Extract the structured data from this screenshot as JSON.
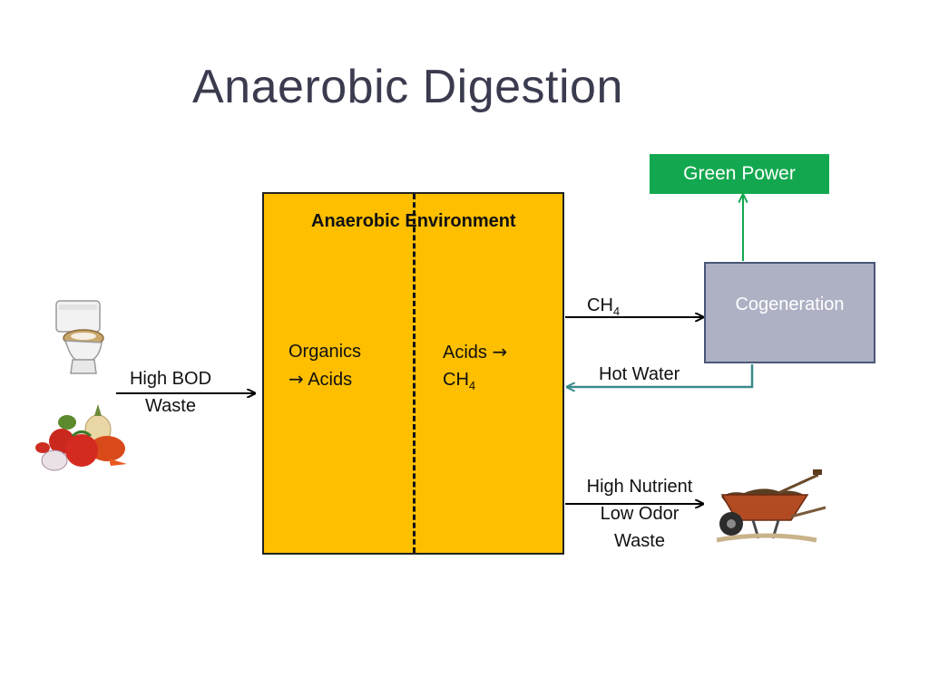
{
  "title": "Anaerobic Digestion",
  "reactor": {
    "environment_label": "Anaerobic Environment",
    "stage1": {
      "line1": "Organics",
      "arrow": "→",
      "line2": "Acids"
    },
    "stage2": {
      "line1": "Acids",
      "arrow": "→",
      "line2": "CH",
      "line2_sub": "4"
    }
  },
  "input": {
    "line1": "High BOD",
    "line2": "Waste"
  },
  "methane_output": {
    "label": "CH",
    "sub": "4"
  },
  "cogeneration": {
    "label": "Cogeneration"
  },
  "green_power": {
    "label": "Green Power"
  },
  "hot_water": {
    "label": "Hot Water"
  },
  "digestate": {
    "line1": "High Nutrient",
    "line2": "Low Odor",
    "line3": "Waste"
  },
  "icons": [
    "toilet-icon",
    "vegetables-icon",
    "wheelbarrow-icon"
  ],
  "colors": {
    "reactor": "#fdbf00",
    "green_power": "#13a84f",
    "cogeneration": "#aeb0c4",
    "hot_water_line": "#3a8a8a",
    "green_line": "#13a84f"
  }
}
